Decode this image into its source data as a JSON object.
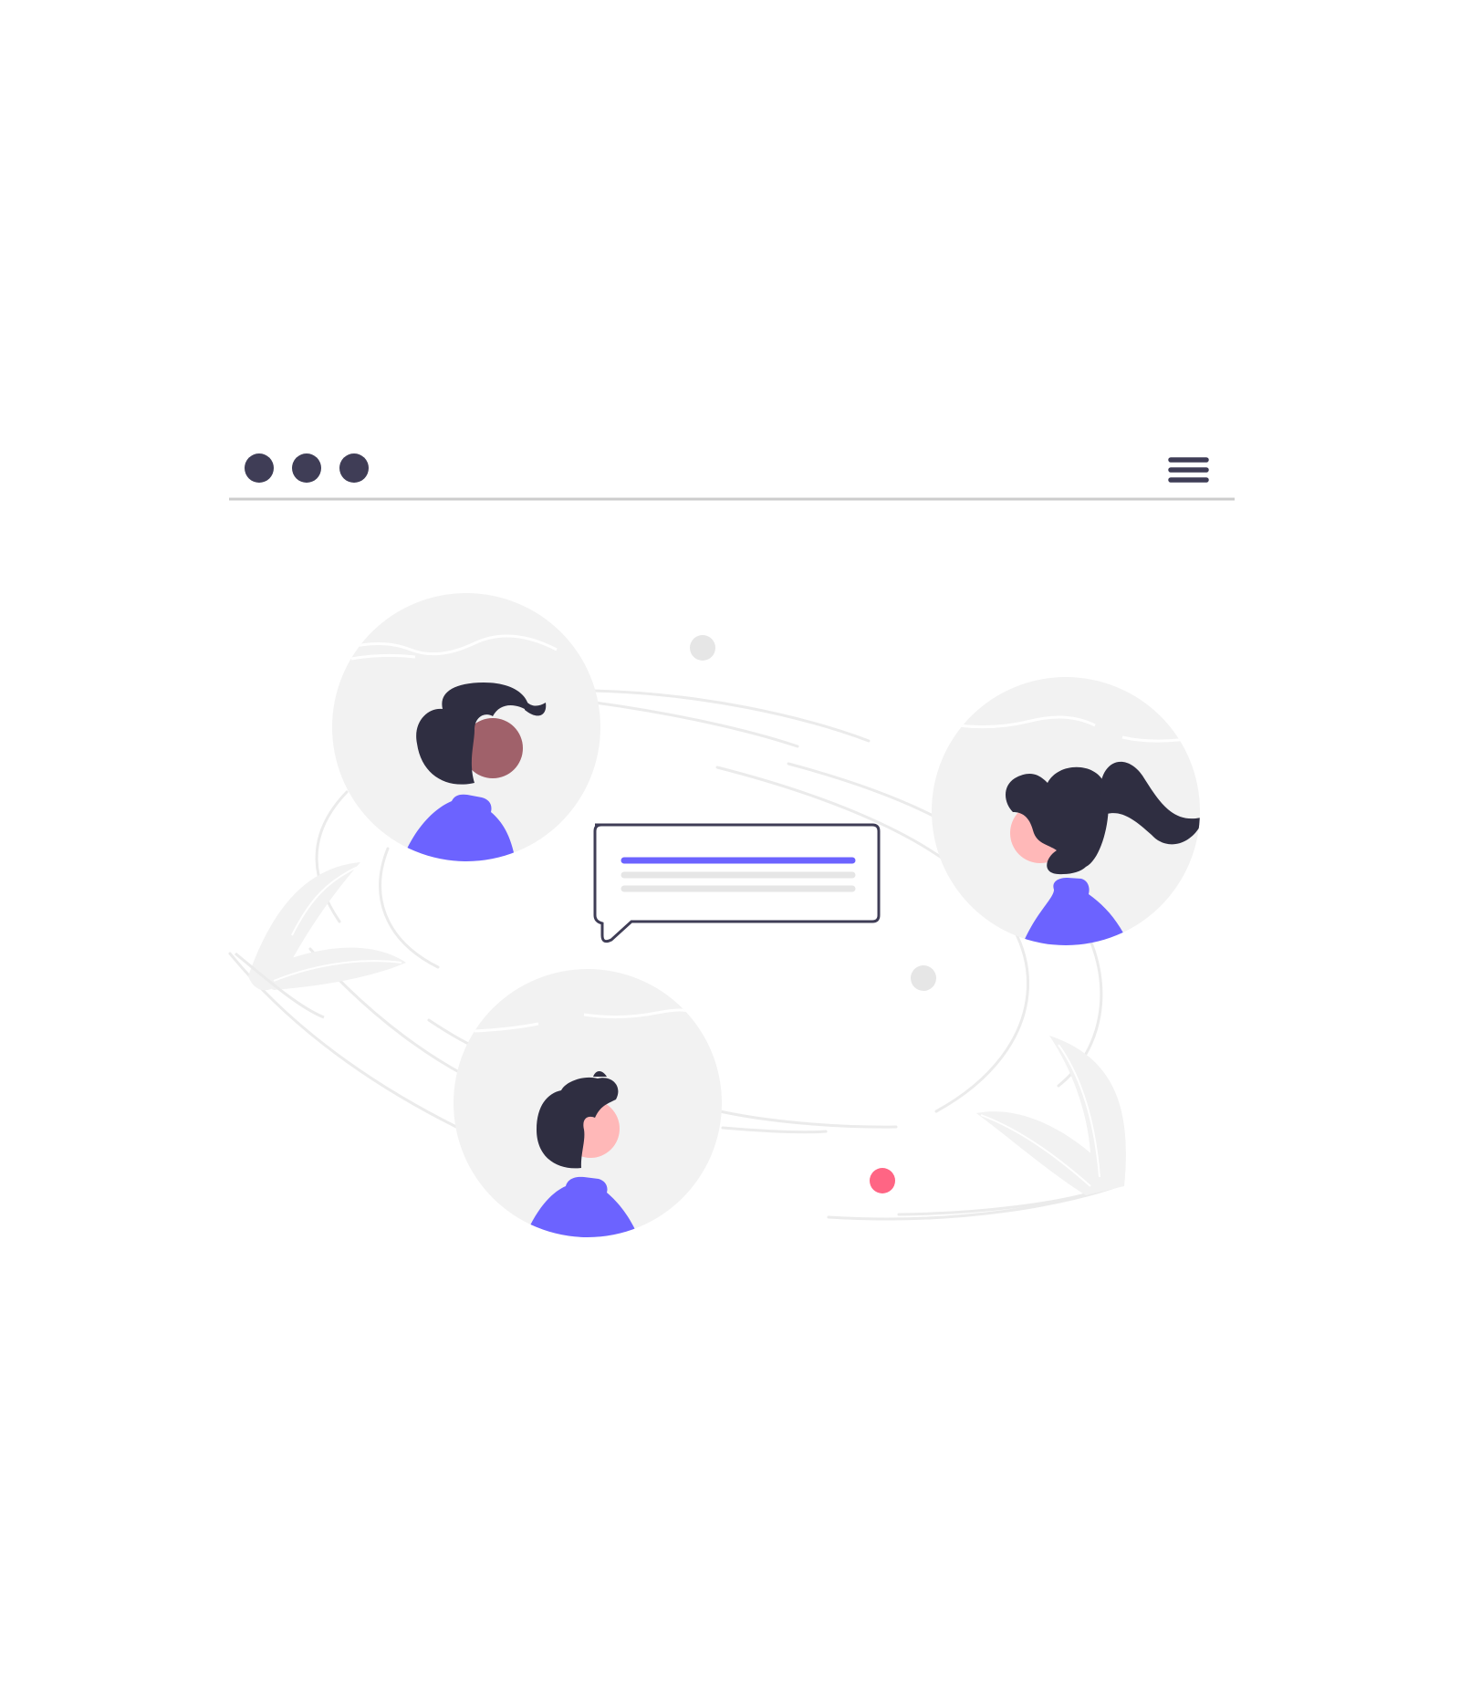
{
  "window": {
    "controls": [
      "window-dot-icon",
      "window-dot-icon",
      "window-dot-icon"
    ],
    "menu_icon": "hamburger-menu-icon"
  },
  "scene": {
    "people": [
      {
        "name": "person-top-left",
        "icon": "person-avatar-icon"
      },
      {
        "name": "person-right",
        "icon": "person-avatar-icon"
      },
      {
        "name": "person-bottom",
        "icon": "person-avatar-icon"
      }
    ],
    "chat_bubble": {
      "icon": "chat-bubble-icon",
      "lines": 3
    },
    "decorations": [
      "dot-icon",
      "leaf-icon"
    ]
  },
  "colors": {
    "dark": "#2f2e41",
    "accent": "#6c63ff",
    "highlight": "#ff6584",
    "light_gray": "#f2f2f2",
    "mid_gray": "#e6e6e6",
    "divider": "#cccccc",
    "skin_dark": "#a0616a",
    "skin_light": "#ffb8b8"
  }
}
